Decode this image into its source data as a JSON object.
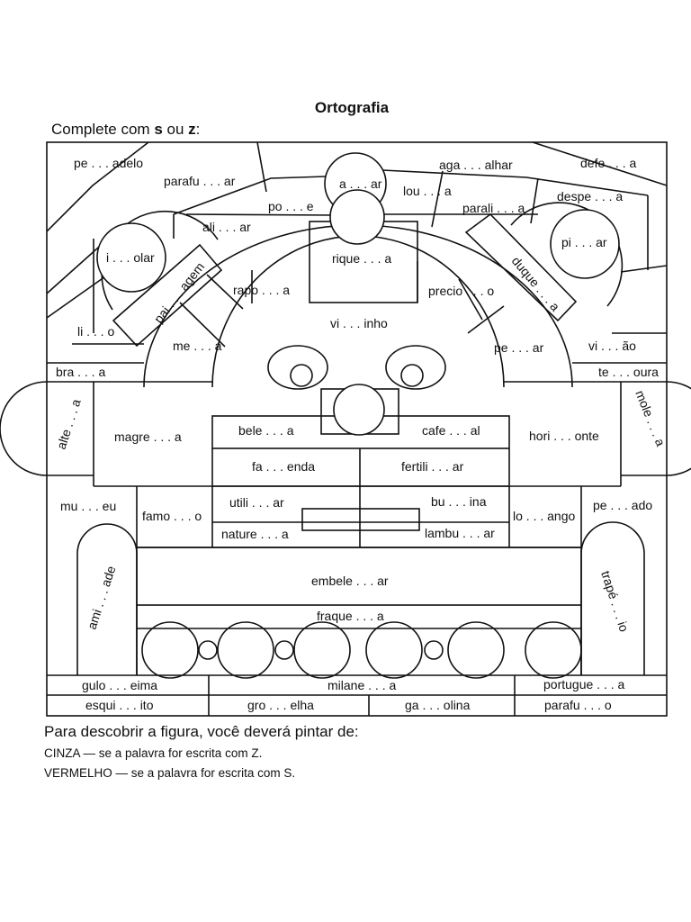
{
  "title": "Ortografia",
  "instruction": {
    "prefix": "Complete com ",
    "letter_s": "s",
    "connector": " ou ",
    "letter_z": "z",
    "suffix": ":"
  },
  "words": {
    "pesadelo": "pe . . . adelo",
    "parafusar": "parafu . . . ar",
    "asar": "a . . . ar",
    "agasalhar": "aga . . . alhar",
    "defesa": "defe . . . a",
    "louca": "lou . . . a",
    "despesa": "despe . . . a",
    "pose": "po . . . e",
    "paralisa": "parali . . . a",
    "alisar": "ali . . . ar",
    "isolar": "i . . . olar",
    "pisar": "pi . . . ar",
    "paisagem": "pai . . . agem",
    "riqueza": "rique . . . a",
    "duquesa": "duque . . . a",
    "raposa": "rapo . . . a",
    "precioso": "precio . . . o",
    "liso": "li . . . o",
    "vizinho": "vi . . . inho",
    "mesa": "me . . . a",
    "pesar": "pe . . . ar",
    "visao": "vi . . . ão",
    "braza": "bra . . . a",
    "tesoura": "te . . . oura",
    "alteza": "alte . . . a",
    "moleza": "mole . . . a",
    "magreza": "magre . . . a",
    "beleza": "bele . . . a",
    "cafezal": "cafe . . . al",
    "horizonte": "hori . . . onte",
    "fazenda": "fa . . . enda",
    "fertilizar": "fertili . . . ar",
    "museu": "mu . . . eu",
    "famoso": "famo . . . o",
    "utilizar": "utili . . . ar",
    "buzina": "bu . . . ina",
    "losango": "lo . . . ango",
    "pesado": "pe . . . ado",
    "natureza": "nature . . . a",
    "lambuzar": "lambu . . . ar",
    "amizade": "ami . . . ade",
    "embelezar": "embele . . . ar",
    "trapezio": "trapé . . . io",
    "fraqueza": "fraque . . . a",
    "gulozeima": "gulo . . . eima",
    "milanesa": "milane . . . a",
    "portuguesa": "portugue . . . a",
    "esquisito": "esqui . . . ito",
    "groselha": "gro . . . elha",
    "gasolina": "ga . . . olina",
    "parafuso": "parafu . . . o"
  },
  "footer": {
    "lead": "Para descobrir a figura, você deverá pintar de:",
    "cinza": "CINZA — se a palavra for escrita com Z.",
    "vermelho": "VERMELHO — se a palavra for escrita com S."
  }
}
